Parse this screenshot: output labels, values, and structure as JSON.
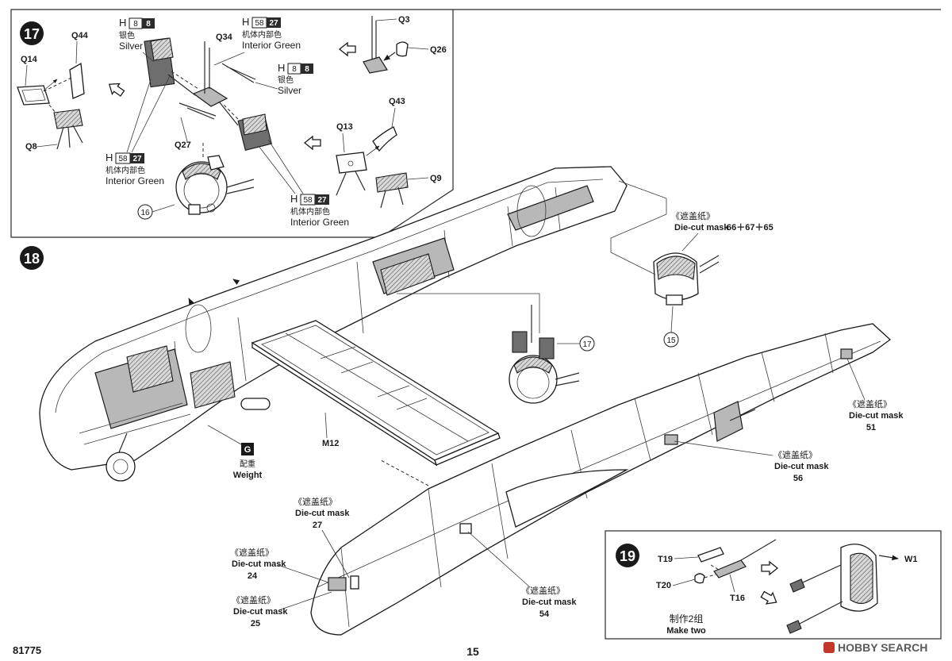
{
  "colors": {
    "ink": "#1a1a1a",
    "paint_chip_dark": "#2b2b2b",
    "watermark_red": "#c0392b",
    "watermark_gray": "#5a5a5a"
  },
  "step17": {
    "number": "17",
    "parts": {
      "q44": "Q44",
      "q14": "Q14",
      "q8": "Q8",
      "q34": "Q34",
      "q27": "Q27",
      "q3": "Q3",
      "q26": "Q26",
      "q43": "Q43",
      "q13": "Q13",
      "q9": "Q9"
    },
    "sub_ref": "16",
    "paint_silver_1": {
      "brand": "H",
      "code": "8",
      "chip": "8",
      "cn": "银色",
      "en": "Silver"
    },
    "paint_green_top": {
      "brand": "H",
      "code": "58",
      "chip": "27",
      "cn": "机体内部色",
      "en": "Interior Green"
    },
    "paint_silver_2": {
      "brand": "H",
      "code": "8",
      "chip": "8",
      "cn": "银色",
      "en": "Silver"
    },
    "paint_green_left": {
      "brand": "H",
      "code": "58",
      "chip": "27",
      "cn": "机体内部色",
      "en": "Interior Green"
    },
    "paint_green_bottom": {
      "brand": "H",
      "code": "58",
      "chip": "27",
      "cn": "机体内部色",
      "en": "Interior Green"
    }
  },
  "step18": {
    "number": "18",
    "mask_top": {
      "cn": "《遮盖纸》",
      "en": "Die-cut mask",
      "num": "66＋67＋65"
    },
    "ref_15": "15",
    "ref_17": "17",
    "part_m12": "M12",
    "weight": {
      "badge": "G",
      "cn": "配重",
      "en": "Weight"
    },
    "mask_51": {
      "cn": "《遮盖纸》",
      "en": "Die-cut mask",
      "num": "51"
    },
    "mask_56": {
      "cn": "《遮盖纸》",
      "en": "Die-cut mask",
      "num": "56"
    },
    "mask_27": {
      "cn": "《遮盖纸》",
      "en": "Die-cut mask",
      "num": "27"
    },
    "mask_24": {
      "cn": "《遮盖纸》",
      "en": "Die-cut mask",
      "num": "24"
    },
    "mask_25": {
      "cn": "《遮盖纸》",
      "en": "Die-cut mask",
      "num": "25"
    },
    "mask_54": {
      "cn": "《遮盖纸》",
      "en": "Die-cut mask",
      "num": "54"
    }
  },
  "step19": {
    "number": "19",
    "parts": {
      "t19": "T19",
      "t20": "T20",
      "t16": "T16",
      "w1": "W1"
    },
    "make_cn": "制作2组",
    "make_en": "Make two"
  },
  "footer": {
    "code": "81775",
    "page": "15",
    "watermark": "HOBBY SEARCH"
  }
}
